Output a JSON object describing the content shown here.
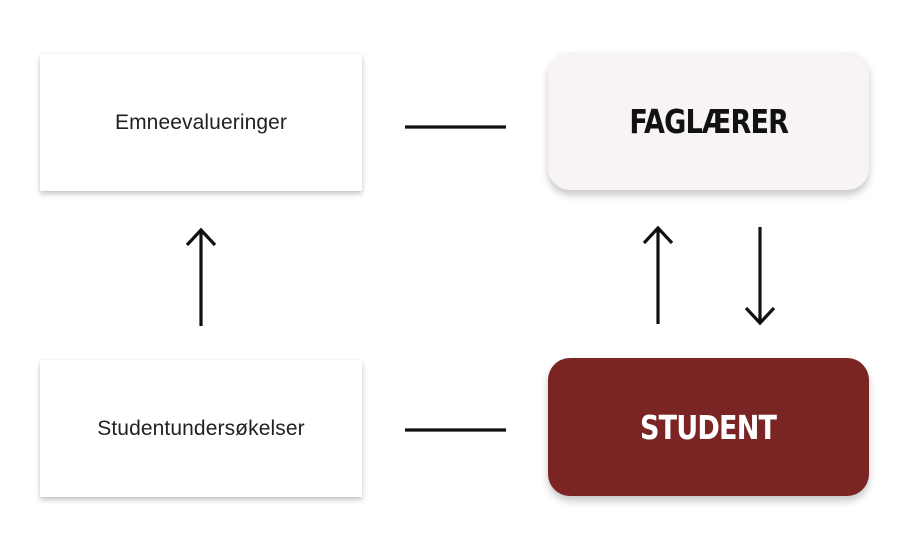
{
  "diagram": {
    "boxes": {
      "emneevalueringer": "Emneevalueringer",
      "studentundersokelser": "Studentundersøkelser",
      "faglaerer": "FAGLÆRER",
      "student": "STUDENT"
    },
    "colors": {
      "faglaerer_fill": "#f7f4f3",
      "student_fill": "#7a2424",
      "line": "#111111"
    }
  }
}
